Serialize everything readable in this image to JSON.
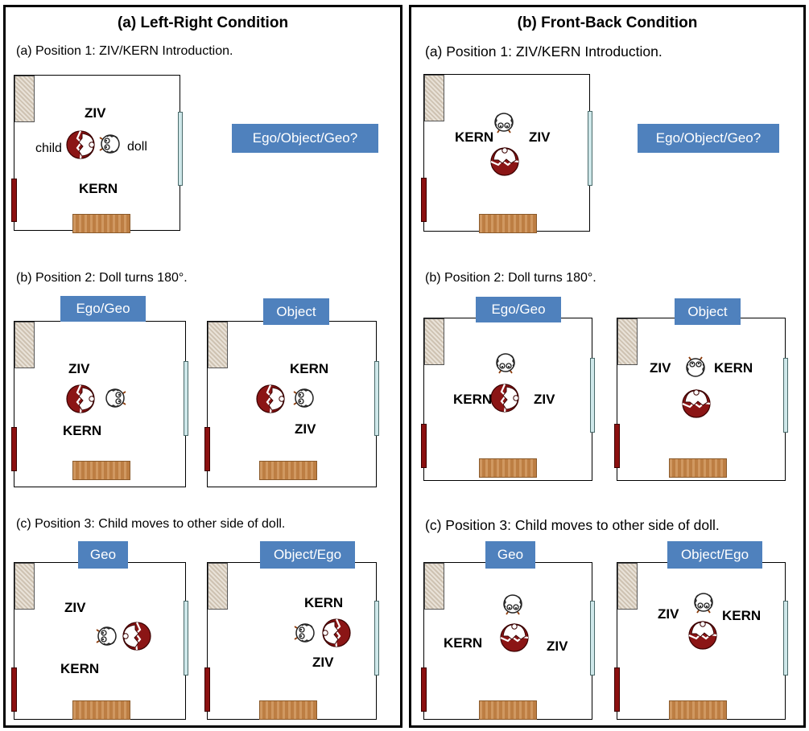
{
  "left": {
    "title": "(a) Left-Right Condition",
    "caption1": "(a)  Position 1: ZIV/KERN Introduction.",
    "caption2": "(b) Position 2: Doll turns 180°.",
    "caption3": "(c) Position 3: Child moves to other side of doll.",
    "question": "Ego/Object/Geo?",
    "tag2a": "Ego/Geo",
    "tag2b": "Object",
    "tag3a": "Geo",
    "tag3b": "Object/Ego",
    "ziv": "ZIV",
    "kern": "KERN",
    "child": "child",
    "doll": "doll"
  },
  "right": {
    "title": "(b) Front-Back Condition",
    "caption1": "(a) Position 1: ZIV/KERN Introduction.",
    "caption2": "(b) Position 2: Doll turns 180°.",
    "caption3": "(c) Position 3: Child moves to other side of doll.",
    "question": "Ego/Object/Geo?",
    "tag2a": "Ego/Geo",
    "tag2b": "Object",
    "tag3a": "Geo",
    "tag3b": "Object/Ego",
    "ziv": "ZIV",
    "kern": "KERN"
  }
}
